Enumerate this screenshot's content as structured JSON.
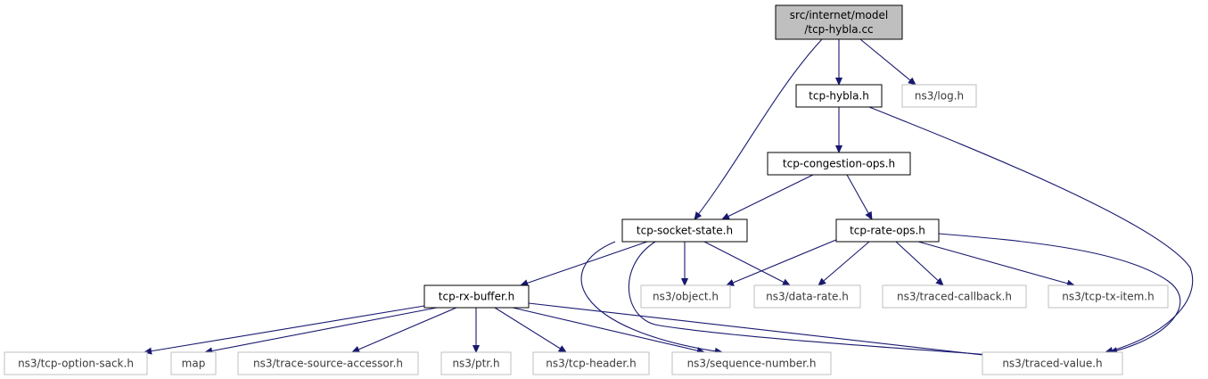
{
  "graph": {
    "colors": {
      "edge": "#191970",
      "root_fill": "#bfbfbf",
      "local_border": "#000000",
      "external_border": "#bfbfbf"
    },
    "nodes": {
      "root": {
        "lines": [
          "src/internet/model",
          "/tcp-hybla.cc"
        ],
        "kind": "root"
      },
      "tcp_hybla_h": {
        "lines": [
          "tcp-hybla.h"
        ],
        "kind": "local"
      },
      "log_h": {
        "lines": [
          "ns3/log.h"
        ],
        "kind": "external"
      },
      "tcp_congestion_ops_h": {
        "lines": [
          "tcp-congestion-ops.h"
        ],
        "kind": "local"
      },
      "tcp_socket_state_h": {
        "lines": [
          "tcp-socket-state.h"
        ],
        "kind": "local"
      },
      "tcp_rate_ops_h": {
        "lines": [
          "tcp-rate-ops.h"
        ],
        "kind": "local"
      },
      "tcp_rx_buffer_h": {
        "lines": [
          "tcp-rx-buffer.h"
        ],
        "kind": "local"
      },
      "object_h": {
        "lines": [
          "ns3/object.h"
        ],
        "kind": "external"
      },
      "data_rate_h": {
        "lines": [
          "ns3/data-rate.h"
        ],
        "kind": "external"
      },
      "traced_callback_h": {
        "lines": [
          "ns3/traced-callback.h"
        ],
        "kind": "external"
      },
      "tcp_tx_item_h": {
        "lines": [
          "ns3/tcp-tx-item.h"
        ],
        "kind": "external"
      },
      "tcp_option_sack_h": {
        "lines": [
          "ns3/tcp-option-sack.h"
        ],
        "kind": "external"
      },
      "map": {
        "lines": [
          "map"
        ],
        "kind": "external"
      },
      "trace_source_accessor_h": {
        "lines": [
          "ns3/trace-source-accessor.h"
        ],
        "kind": "external"
      },
      "ptr_h": {
        "lines": [
          "ns3/ptr.h"
        ],
        "kind": "external"
      },
      "tcp_header_h": {
        "lines": [
          "ns3/tcp-header.h"
        ],
        "kind": "external"
      },
      "sequence_number_h": {
        "lines": [
          "ns3/sequence-number.h"
        ],
        "kind": "external"
      },
      "traced_value_h": {
        "lines": [
          "ns3/traced-value.h"
        ],
        "kind": "external"
      }
    },
    "edges": [
      [
        "root",
        "tcp_hybla_h"
      ],
      [
        "root",
        "log_h"
      ],
      [
        "root",
        "tcp_socket_state_h"
      ],
      [
        "tcp_hybla_h",
        "tcp_congestion_ops_h"
      ],
      [
        "tcp_hybla_h",
        "traced_value_h"
      ],
      [
        "tcp_congestion_ops_h",
        "tcp_socket_state_h"
      ],
      [
        "tcp_congestion_ops_h",
        "tcp_rate_ops_h"
      ],
      [
        "tcp_socket_state_h",
        "tcp_rx_buffer_h"
      ],
      [
        "tcp_socket_state_h",
        "object_h"
      ],
      [
        "tcp_socket_state_h",
        "data_rate_h"
      ],
      [
        "tcp_socket_state_h",
        "sequence_number_h"
      ],
      [
        "tcp_socket_state_h",
        "traced_value_h"
      ],
      [
        "tcp_rate_ops_h",
        "object_h"
      ],
      [
        "tcp_rate_ops_h",
        "data_rate_h"
      ],
      [
        "tcp_rate_ops_h",
        "traced_callback_h"
      ],
      [
        "tcp_rate_ops_h",
        "tcp_tx_item_h"
      ],
      [
        "tcp_rate_ops_h",
        "traced_value_h"
      ],
      [
        "tcp_rx_buffer_h",
        "tcp_option_sack_h"
      ],
      [
        "tcp_rx_buffer_h",
        "map"
      ],
      [
        "tcp_rx_buffer_h",
        "trace_source_accessor_h"
      ],
      [
        "tcp_rx_buffer_h",
        "ptr_h"
      ],
      [
        "tcp_rx_buffer_h",
        "tcp_header_h"
      ],
      [
        "tcp_rx_buffer_h",
        "sequence_number_h"
      ],
      [
        "tcp_rx_buffer_h",
        "traced_value_h"
      ]
    ]
  }
}
